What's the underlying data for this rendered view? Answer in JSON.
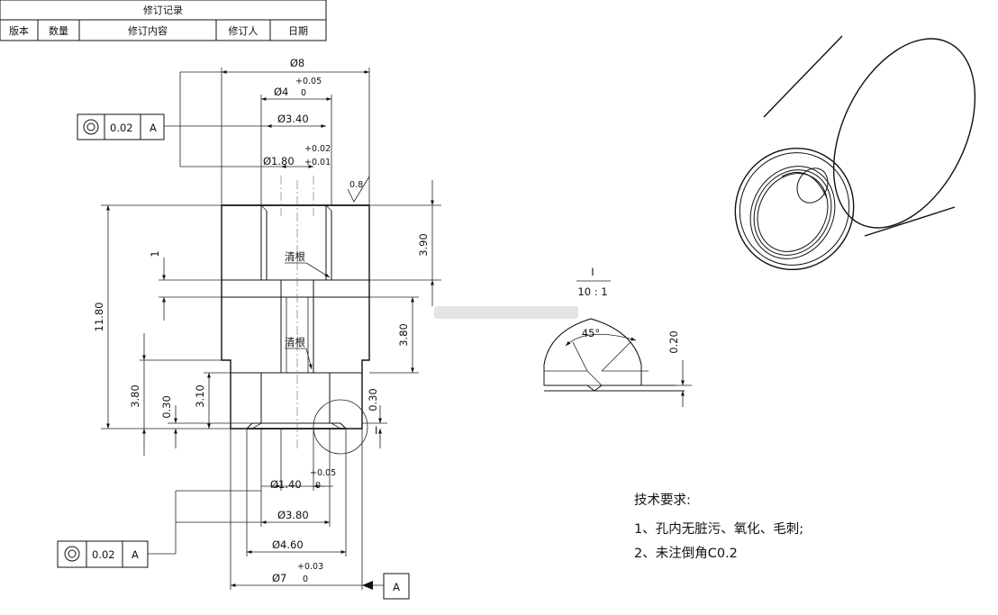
{
  "revision_table": {
    "title": "修订记录",
    "columns": [
      "版本",
      "数量",
      "修订内容",
      "修订人",
      "日期"
    ]
  },
  "dimensions": {
    "d8": "Ø8",
    "d4": "Ø4",
    "d4_upper": "+0.05",
    "d4_lower": "0",
    "d3_40": "Ø3.40",
    "d1_80": "Ø1.80",
    "d1_80_upper": "+0.02",
    "d1_80_lower": "+0.01",
    "roughness": "0.8",
    "h3_90": "3.90",
    "h1": "1",
    "h11_80": "11.80",
    "h3_80_right": "3.80",
    "h3_80_left": "3.80",
    "h0_30_left": "0.30",
    "h3_10": "3.10",
    "h0_30_right": "0.30",
    "detail_ref": "I",
    "d1_40": "Ø1.40",
    "d1_40_upper": "+0.05",
    "d1_40_lower": "0",
    "d3_80": "Ø3.80",
    "d4_60": "Ø4.60",
    "d7": "Ø7",
    "d7_upper": "+0.03",
    "d7_lower": "0",
    "datum": "A"
  },
  "annotations": {
    "clean_root_1": "清根",
    "clean_root_2": "清根"
  },
  "tolerance_frames": [
    {
      "symbol": "concentricity",
      "value": "0.02",
      "datum": "A"
    },
    {
      "symbol": "concentricity",
      "value": "0.02",
      "datum": "A"
    }
  ],
  "detail_view": {
    "label_top": "I",
    "scale": "10 : 1",
    "angle": "45°",
    "depth": "0.20"
  },
  "tech_notes": {
    "title": "技术要求:",
    "line1": "1、孔内无脏污、氧化、毛刺;",
    "line2": "2、未注倒角C0.2"
  }
}
